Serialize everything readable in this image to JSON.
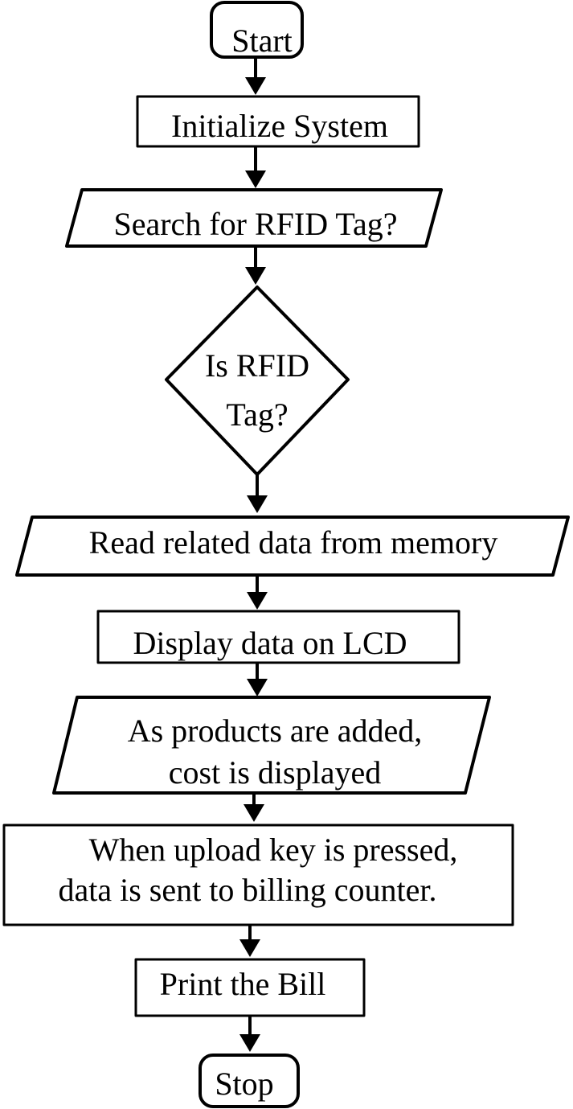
{
  "nodes": {
    "start": "Start",
    "initialize": "Initialize System",
    "search": "Search for RFID Tag?",
    "decision": [
      "Is RFID",
      "Tag?"
    ],
    "read": "Read related data from memory",
    "display": "Display data on LCD",
    "products": [
      "As products are added,",
      "cost is displayed"
    ],
    "upload": [
      "When upload key is  pressed,",
      "data is sent to billing counter."
    ],
    "print": "Print the Bill",
    "stop": "Stop"
  }
}
